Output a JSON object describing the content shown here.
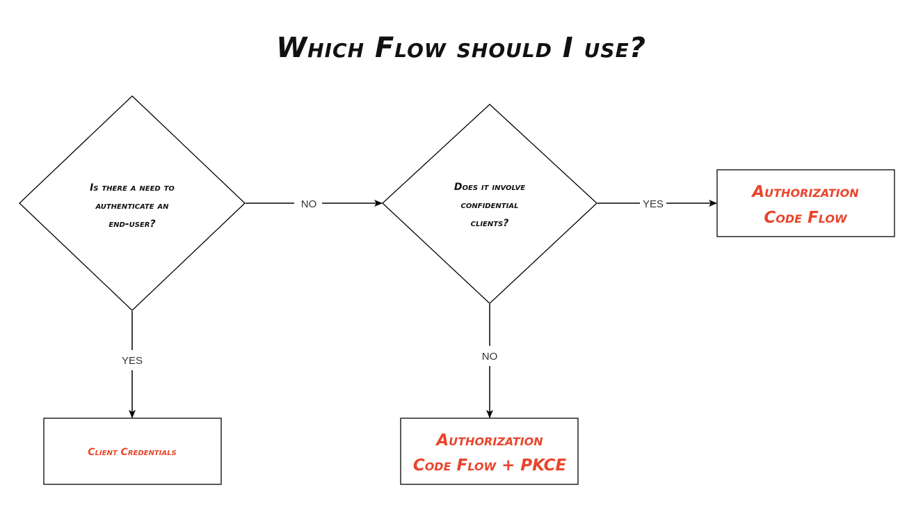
{
  "title": "Which Flow should I use?",
  "colors": {
    "result": "#e8452c",
    "stroke": "#000000",
    "text": "#111111"
  },
  "decisions": [
    {
      "id": "q1",
      "lines": [
        "Is there a need to",
        "authenticate an",
        "end-user?"
      ]
    },
    {
      "id": "q2",
      "lines": [
        "Does it involve",
        "confidential",
        "clients?"
      ]
    }
  ],
  "results": [
    {
      "id": "client-credentials",
      "lines": [
        "Client Credentials"
      ]
    },
    {
      "id": "auth-code-pkce",
      "lines": [
        "Authorization",
        "Code Flow + PKCE"
      ]
    },
    {
      "id": "auth-code",
      "lines": [
        "Authorization",
        "Code Flow"
      ]
    }
  ],
  "edges": [
    {
      "from": "q1",
      "to": "q2",
      "label": "NO"
    },
    {
      "from": "q1",
      "to": "client-credentials",
      "label": "YES"
    },
    {
      "from": "q2",
      "to": "auth-code",
      "label": "YES"
    },
    {
      "from": "q2",
      "to": "auth-code-pkce",
      "label": "NO"
    }
  ]
}
